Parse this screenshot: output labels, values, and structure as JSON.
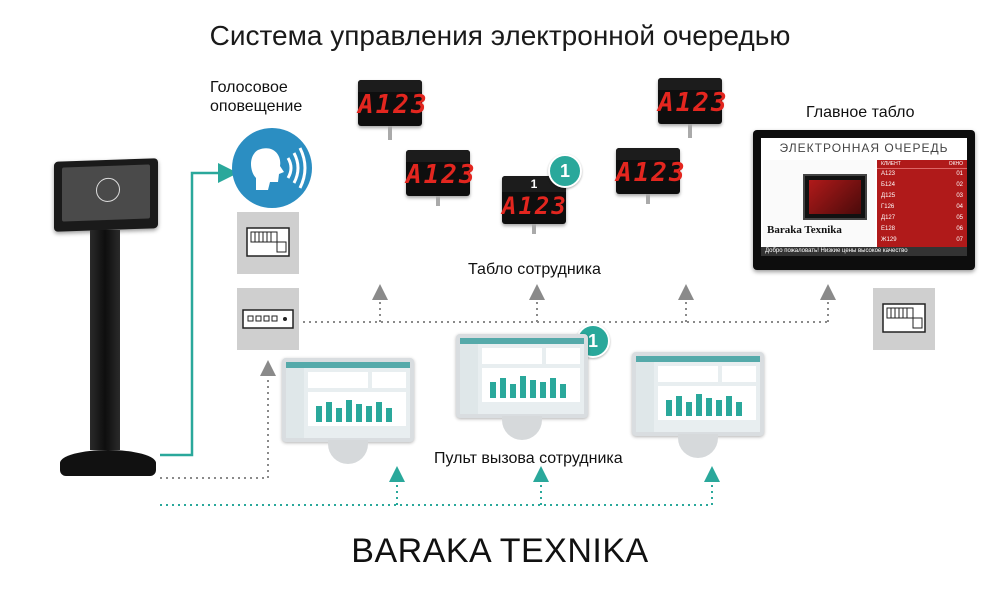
{
  "title": "Система управления электронной очередью",
  "brand": "BARAKA TEXNIKA",
  "labels": {
    "voice": "Голосовое оповещение",
    "main_board": "Главное табло",
    "employee_board": "Табло сотрудника",
    "call_console": "Пульт вызова сотрудника"
  },
  "led_displays": [
    "A123",
    "A123",
    "A123",
    "A123",
    "A123"
  ],
  "small_display_number": "1",
  "badges": [
    "1",
    "1"
  ],
  "main_screen": {
    "heading": "ЭЛЕКТРОННАЯ ОЧЕРЕДЬ",
    "col_client": "КЛИЕНТ",
    "col_window": "ОКНО",
    "rows": [
      {
        "client": "A123",
        "window": "01"
      },
      {
        "client": "Б124",
        "window": "02"
      },
      {
        "client": "Д125",
        "window": "03"
      },
      {
        "client": "Г126",
        "window": "04"
      },
      {
        "client": "Д127",
        "window": "05"
      },
      {
        "client": "Е128",
        "window": "06"
      },
      {
        "client": "Ж129",
        "window": "07"
      }
    ],
    "brand": "Baraka Texnika",
    "ticker": "Добро пожаловать! Низкие цены высокое качество"
  },
  "colors": {
    "teal": "#2aa89b",
    "led_red": "#e3261f",
    "screen_red": "#b01a1a"
  },
  "icons": [
    "kiosk",
    "voice-speaker-icon",
    "printer-icon",
    "server-icon"
  ]
}
